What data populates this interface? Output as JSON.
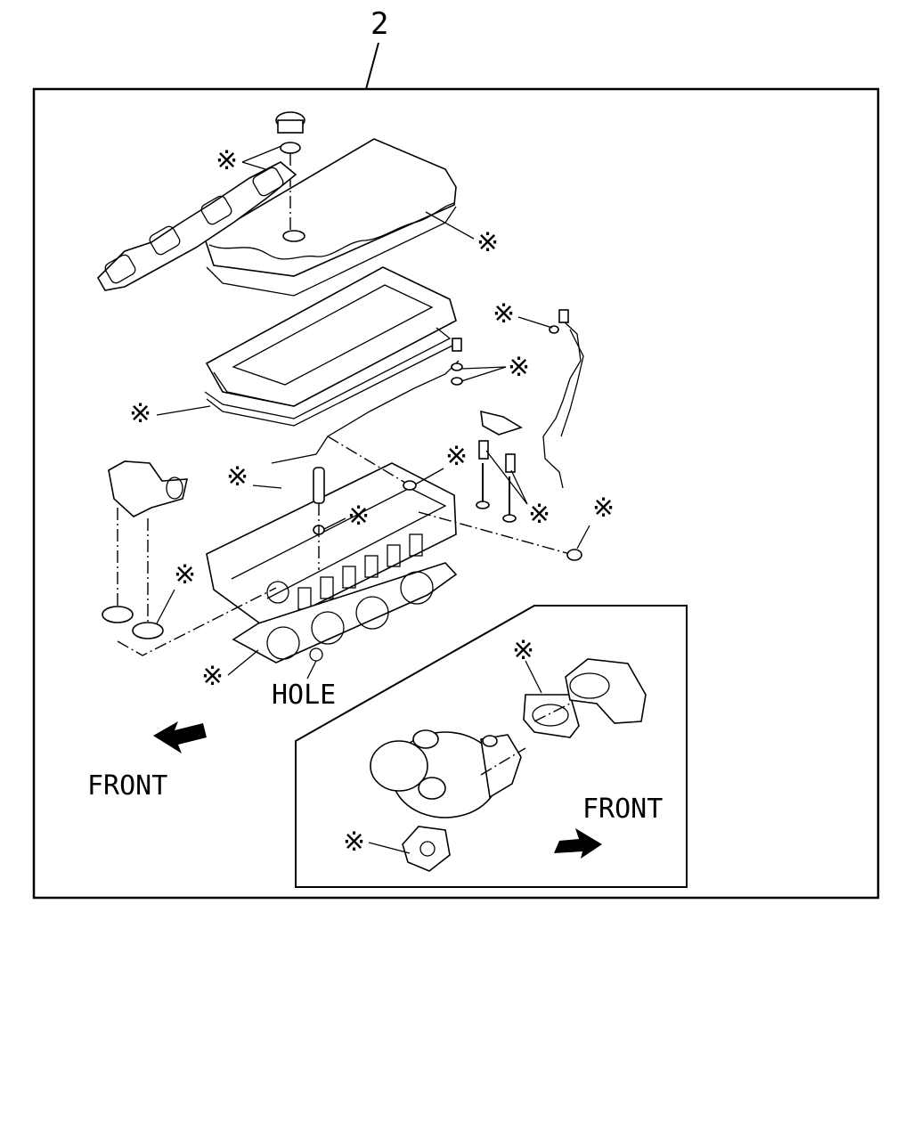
{
  "diagram": {
    "callout_number": "2",
    "mark_symbol": "※",
    "hole_label": "HOLE",
    "front_label_main": "FRONT",
    "front_label_inset": "FRONT"
  }
}
